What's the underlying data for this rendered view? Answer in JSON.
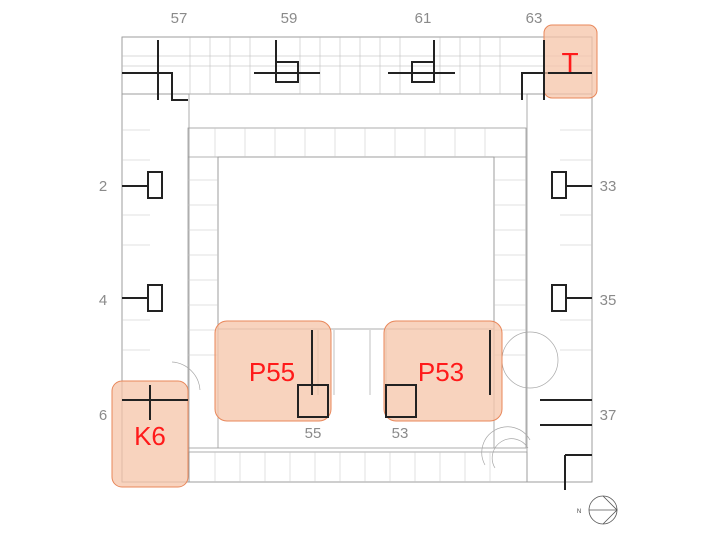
{
  "grid_numbers": {
    "top": [
      "57",
      "59",
      "61",
      "63"
    ],
    "left": [
      "2",
      "4",
      "6"
    ],
    "right": [
      "33",
      "35",
      "37"
    ],
    "bottom": [
      "55",
      "53"
    ]
  },
  "highlight_labels": {
    "t": "T",
    "p55": "P55",
    "p53": "P53",
    "k6": "K6"
  },
  "north_label": "N",
  "colors": {
    "highlight_fill": "#f6c4a8",
    "highlight_stroke": "#e8875a",
    "label": "#ff1a1a",
    "wall": "#222222",
    "line": "#9a9a9a"
  }
}
